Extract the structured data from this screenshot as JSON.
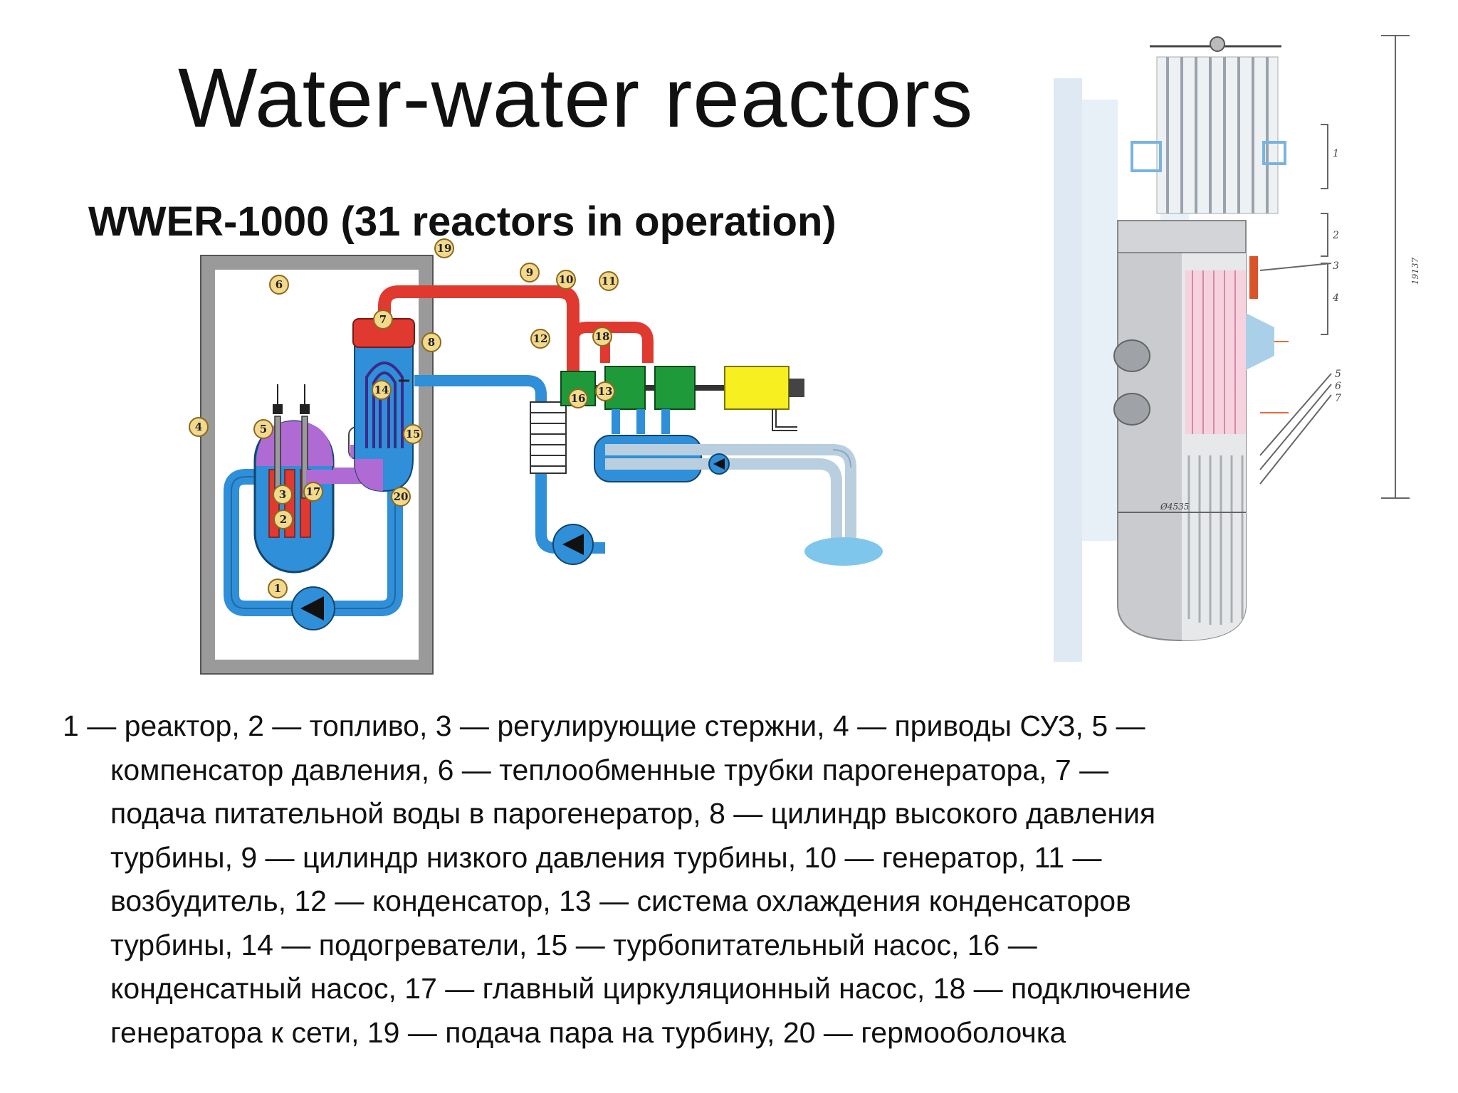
{
  "slide": {
    "title": "Water-water reactors",
    "subtitle": "WWER-1000 (31 reactors in operation)"
  },
  "diagram": {
    "callouts": [
      "1",
      "2",
      "3",
      "4",
      "5",
      "6",
      "7",
      "8",
      "9",
      "10",
      "11",
      "12",
      "13",
      "14",
      "15",
      "16",
      "17",
      "18",
      "19",
      "20"
    ],
    "colors": {
      "hot_steam": "#e03a30",
      "coolant": "#2f8fd8",
      "reactor_core": "#b06ad4",
      "turbine": "#1f9a3a",
      "generator": "#f7ef1f",
      "containment": "#cfcfcf",
      "cooling_return": "#b9cfe0",
      "callout_fill": "#f3d98c"
    }
  },
  "vessel": {
    "section_labels": [
      "1",
      "2",
      "3",
      "4",
      "5",
      "6",
      "7"
    ],
    "height_dimension": "19137",
    "diameter_dimension": "Ø4535"
  },
  "legend": {
    "lines": [
      "1 — реактор, 2 — топливо, 3 — регулирующие стержни, 4 — приводы СУЗ, 5 —",
      "компенсатор давления, 6 — теплообменные трубки парогенератора, 7 —",
      "подача питательной воды в парогенератор, 8 — цилиндр высокого давления",
      "турбины, 9 — цилиндр низкого давления турбины, 10 — генератор, 11 —",
      "возбудитель, 12 — конденсатор, 13 — система охлаждения конденсаторов",
      "турбины, 14 — подогреватели, 15 — турбопитательный насос, 16 —",
      "конденсатный насос, 17 — главный циркуляционный насос, 18 — подключение",
      "генератора к сети, 19 — подача пара на турбину, 20 — гермооболочка"
    ]
  }
}
